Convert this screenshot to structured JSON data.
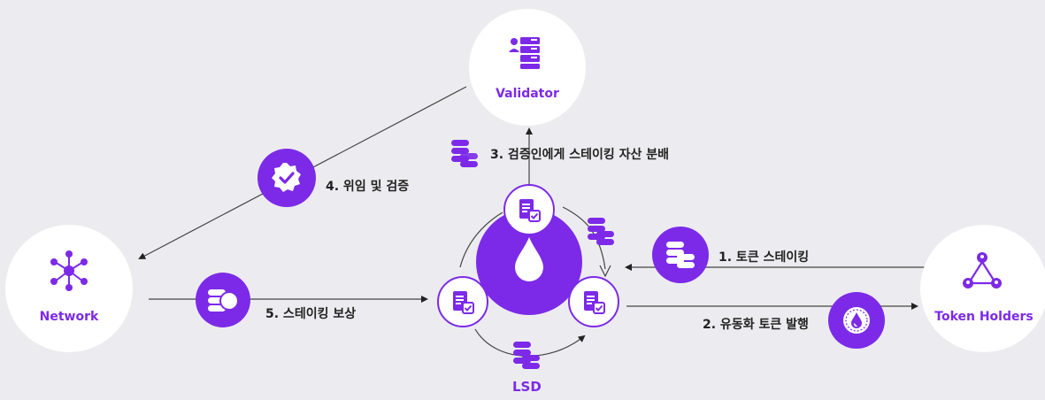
{
  "nodes": {
    "validator": "Validator",
    "network": "Network",
    "token_holders": "Token Holders",
    "lsd": "LSD"
  },
  "steps": {
    "step1": "1. 토큰 스테이킹",
    "step2": "2. 유동화 토큰 발행",
    "step3": "3. 검증인에게 스테이킹 자산 분배",
    "step4": "4. 위임 및 검증",
    "step5": "5. 스테이킹 보상"
  },
  "colors": {
    "accent": "#7c2ae8",
    "background": "#ececf0",
    "node": "#ffffff",
    "text": "#222222"
  },
  "icons": {
    "validator": "server-user-icon",
    "network": "network-hub-icon",
    "token_holders": "users-triangle-icon",
    "lsd_center": "water-drop-icon",
    "step1": "coin-stack-icon",
    "step2": "liquid-token-icon",
    "step4": "verified-badge-icon",
    "step5": "coins-reward-icon",
    "docs": "document-check-icon"
  }
}
